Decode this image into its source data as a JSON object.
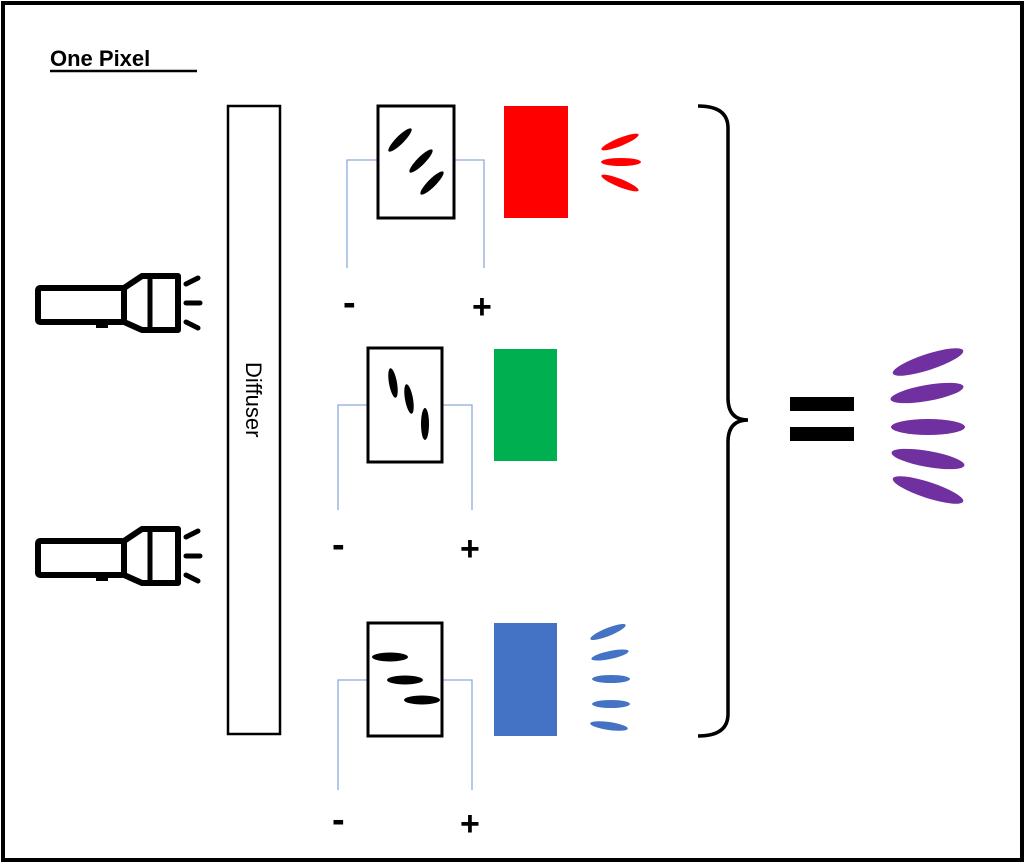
{
  "title": "One Pixel",
  "diffuser": {
    "label": "Diffuser"
  },
  "light_sources": [
    {
      "icon": "flashlight-icon"
    },
    {
      "icon": "flashlight-icon"
    }
  ],
  "subpixels": [
    {
      "color_name": "red",
      "filter_color": "#ff0000",
      "crystal_orientation": "diagonal",
      "minus_label": "-",
      "plus_label": "+",
      "emits_light": true
    },
    {
      "color_name": "green",
      "filter_color": "#00b050",
      "crystal_orientation": "vertical",
      "minus_label": "-",
      "plus_label": "+",
      "emits_light": false
    },
    {
      "color_name": "blue",
      "filter_color": "#4472c4",
      "crystal_orientation": "horizontal",
      "minus_label": "-",
      "plus_label": "+",
      "emits_light": true
    }
  ],
  "equals_symbol": "=",
  "result_color": "#7030a0",
  "colors": {
    "stroke": "#000000",
    "wire": "#8faadc",
    "background": "#ffffff"
  }
}
